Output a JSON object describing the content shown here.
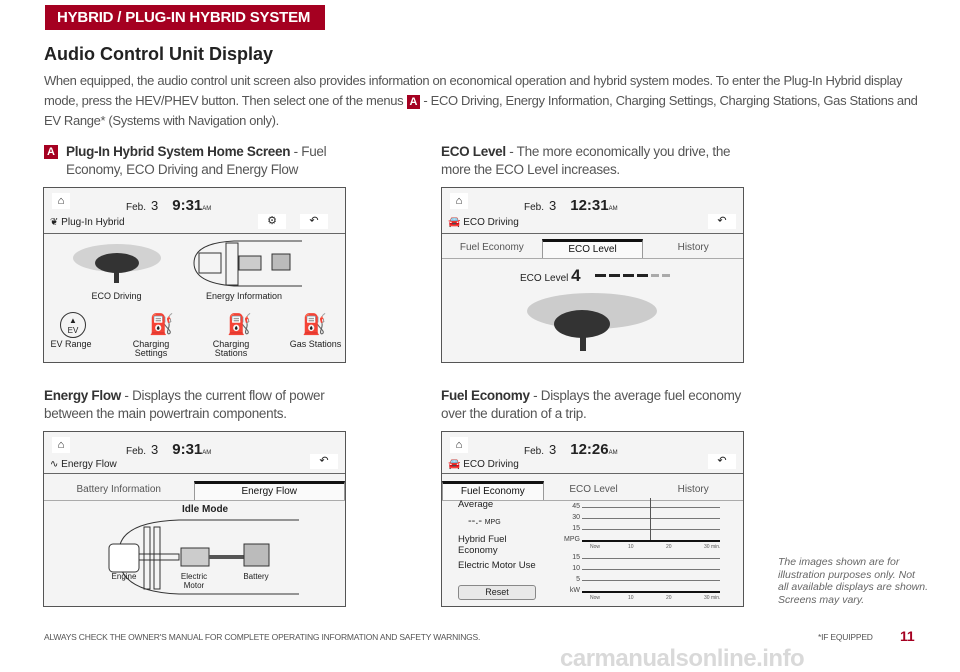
{
  "header": "HYBRID / PLUG-IN HYBRID SYSTEM",
  "title": "Audio Control Unit Display",
  "intro": {
    "p1": "When equipped, the audio control unit screen also provides information on economical operation and hybrid system modes. To enter the Plug-In Hybrid display mode, press the HEV/PHEV button. Then select one of the menus",
    "badge": "A",
    "p2": " - ECO Driving, Energy Information, Charging Settings, Charging Stations, Gas Stations and EV Range* (Systems with Navigation only)."
  },
  "captions": {
    "home": {
      "badge": "A",
      "bold": "Plug-In Hybrid System Home Screen",
      "text": " - Fuel Economy, ECO Driving and Energy Flow"
    },
    "eco": {
      "bold": "ECO Level",
      "text": " - The more economically you drive, the more the ECO Level increases."
    },
    "flow": {
      "bold": "Energy Flow",
      "text": " - Displays the current flow of power between the main powertrain components."
    },
    "fuel": {
      "bold": "Fuel Economy",
      "text": " - Displays the average fuel economy over the duration of a trip."
    }
  },
  "screen_home": {
    "month": "Feb.",
    "day": "3",
    "time": "9:31",
    "ampm": "AM",
    "mode": "Plug-In Hybrid",
    "items": [
      "ECO Driving",
      "Energy Information",
      "EV Range",
      "Charging Settings",
      "Charging Stations",
      "Gas Stations"
    ],
    "ev": "EV"
  },
  "screen_eco": {
    "month": "Feb.",
    "day": "3",
    "time": "12:31",
    "ampm": "AM",
    "mode": "ECO Driving",
    "tabs": [
      "Fuel Economy",
      "ECO Level",
      "History"
    ],
    "level_label": "ECO Level",
    "level": "4",
    "level_max": 6
  },
  "screen_flow": {
    "month": "Feb.",
    "day": "3",
    "time": "9:31",
    "ampm": "AM",
    "mode": "Energy Flow",
    "tabs": [
      "Battery Information",
      "Energy Flow"
    ],
    "state": "Idle Mode",
    "engine": "Engine",
    "motor": "Electric Motor",
    "battery": "Battery"
  },
  "screen_fuel": {
    "month": "Feb.",
    "day": "3",
    "time": "12:26",
    "ampm": "AM",
    "mode": "ECO Driving",
    "tabs": [
      "Fuel Economy",
      "ECO Level",
      "History"
    ],
    "average": "Average",
    "avg_value": "--.-",
    "avg_unit": "MPG",
    "hybrid": "Hybrid Fuel Economy",
    "electric": "Electric Motor Use",
    "reset": "Reset",
    "mpg_ticks": [
      "45",
      "30",
      "15",
      "MPG"
    ],
    "kw_ticks": [
      "15",
      "10",
      "5",
      "kW"
    ],
    "x_ticks": [
      "Now",
      "10",
      "20",
      "30 min."
    ]
  },
  "note": "The images shown are for illustration purposes only. Not all available displays are shown. Screens may vary.",
  "footer": {
    "warning": "ALWAYS CHECK THE OWNER'S MANUAL FOR COMPLETE OPERATING INFORMATION AND SAFETY WARNINGS.",
    "equipped": "*IF EQUIPPED",
    "page": "11"
  },
  "watermark": "carmanualsonline.info",
  "colors": {
    "brand": "#a50021"
  }
}
